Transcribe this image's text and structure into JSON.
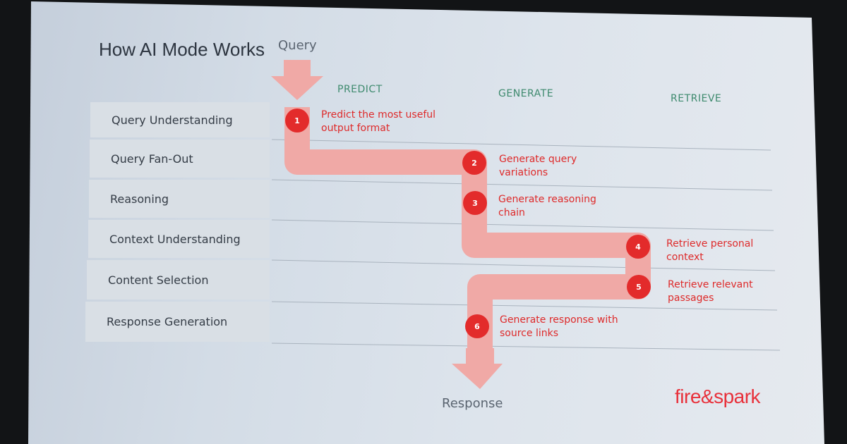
{
  "slide": {
    "title": "How AI Mode Works",
    "query_label": "Query",
    "response_label": "Response",
    "columns": {
      "predict": "PREDICT",
      "generate": "GENERATE",
      "retrieve": "RETRIEVE"
    },
    "stages": [
      "Query Understanding",
      "Query Fan-Out",
      "Reasoning",
      "Context Understanding",
      "Content Selection",
      "Response Generation"
    ],
    "steps": [
      {
        "number": "1",
        "text": "Predict the most useful output format"
      },
      {
        "number": "2",
        "text": "Generate query variations"
      },
      {
        "number": "3",
        "text": "Generate reasoning chain"
      },
      {
        "number": "4",
        "text": "Retrieve personal context"
      },
      {
        "number": "5",
        "text": "Retrieve relevant passages"
      },
      {
        "number": "6",
        "text": "Generate response with source links"
      }
    ],
    "logo": "fire&spark"
  },
  "colors": {
    "accent_red": "#e32b2b",
    "flow_path": "#f0a9a6",
    "column_header": "#3e8a6e",
    "stage_bg": "#d9dfe5"
  }
}
